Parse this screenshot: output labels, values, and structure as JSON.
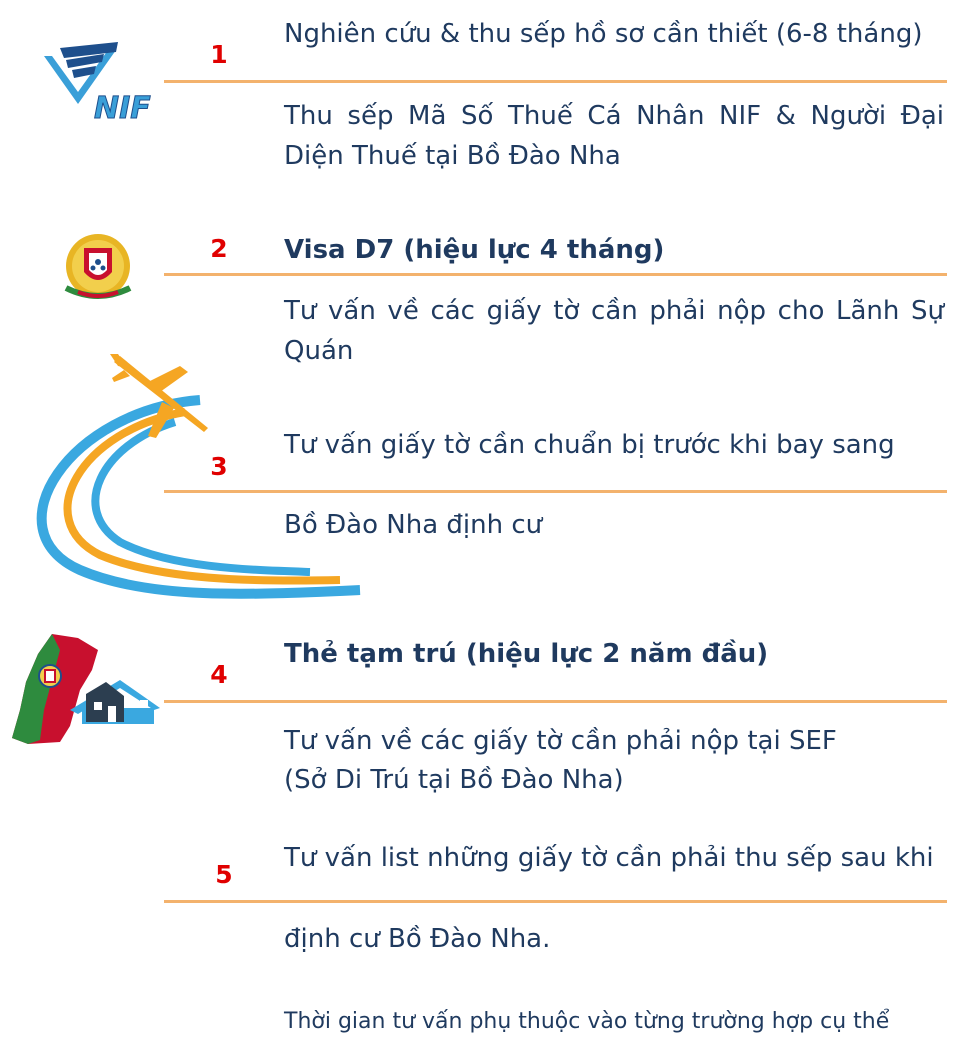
{
  "steps": [
    {
      "number": "1",
      "title": "Nghiên cứu & thu sếp hồ sơ cần thiết (6-8 tháng)",
      "detail": "Thu sếp Mã Số Thuế Cá Nhân NIF & Người Đại Diện Thuế tại Bồ Đào Nha",
      "icon": "nif-logo-icon"
    },
    {
      "number": "2",
      "title": "Visa D7 (hiệu lực 4 tháng)",
      "detail": "Tư vấn về các giấy tờ cần phải nộp cho Lãnh Sự Quán",
      "icon": "portugal-coat-of-arms-icon"
    },
    {
      "number": "3",
      "title": "Tư vấn giấy tờ cần chuẩn bị trước khi bay sang",
      "detail": "Bồ Đào Nha định cư",
      "icon": "airplane-icon"
    },
    {
      "number": "4",
      "title": "Thẻ tạm trú (hiệu lực 2 năm đầu)",
      "detail_line1": "Tư vấn về các giấy tờ cần phải nộp tại SEF",
      "detail_line2": "(Sở Di Trú tại Bồ Đào Nha)",
      "icon": "portugal-map-house-icon"
    },
    {
      "number": "5",
      "title": "Tư vấn list những giấy tờ cần phải thu sếp sau khi",
      "detail": "định cư Bồ Đào Nha."
    }
  ],
  "footer_note": "Thời gian tư vấn phụ thuộc vào từng trường hợp cụ thể",
  "icons": {
    "nif_text": "NIF"
  },
  "colors": {
    "accent_line": "#f3b26d",
    "step_number": "#e00000",
    "text": "#1f3a5f",
    "sky_blue": "#3aa8e0",
    "plane_orange": "#f5a623"
  }
}
